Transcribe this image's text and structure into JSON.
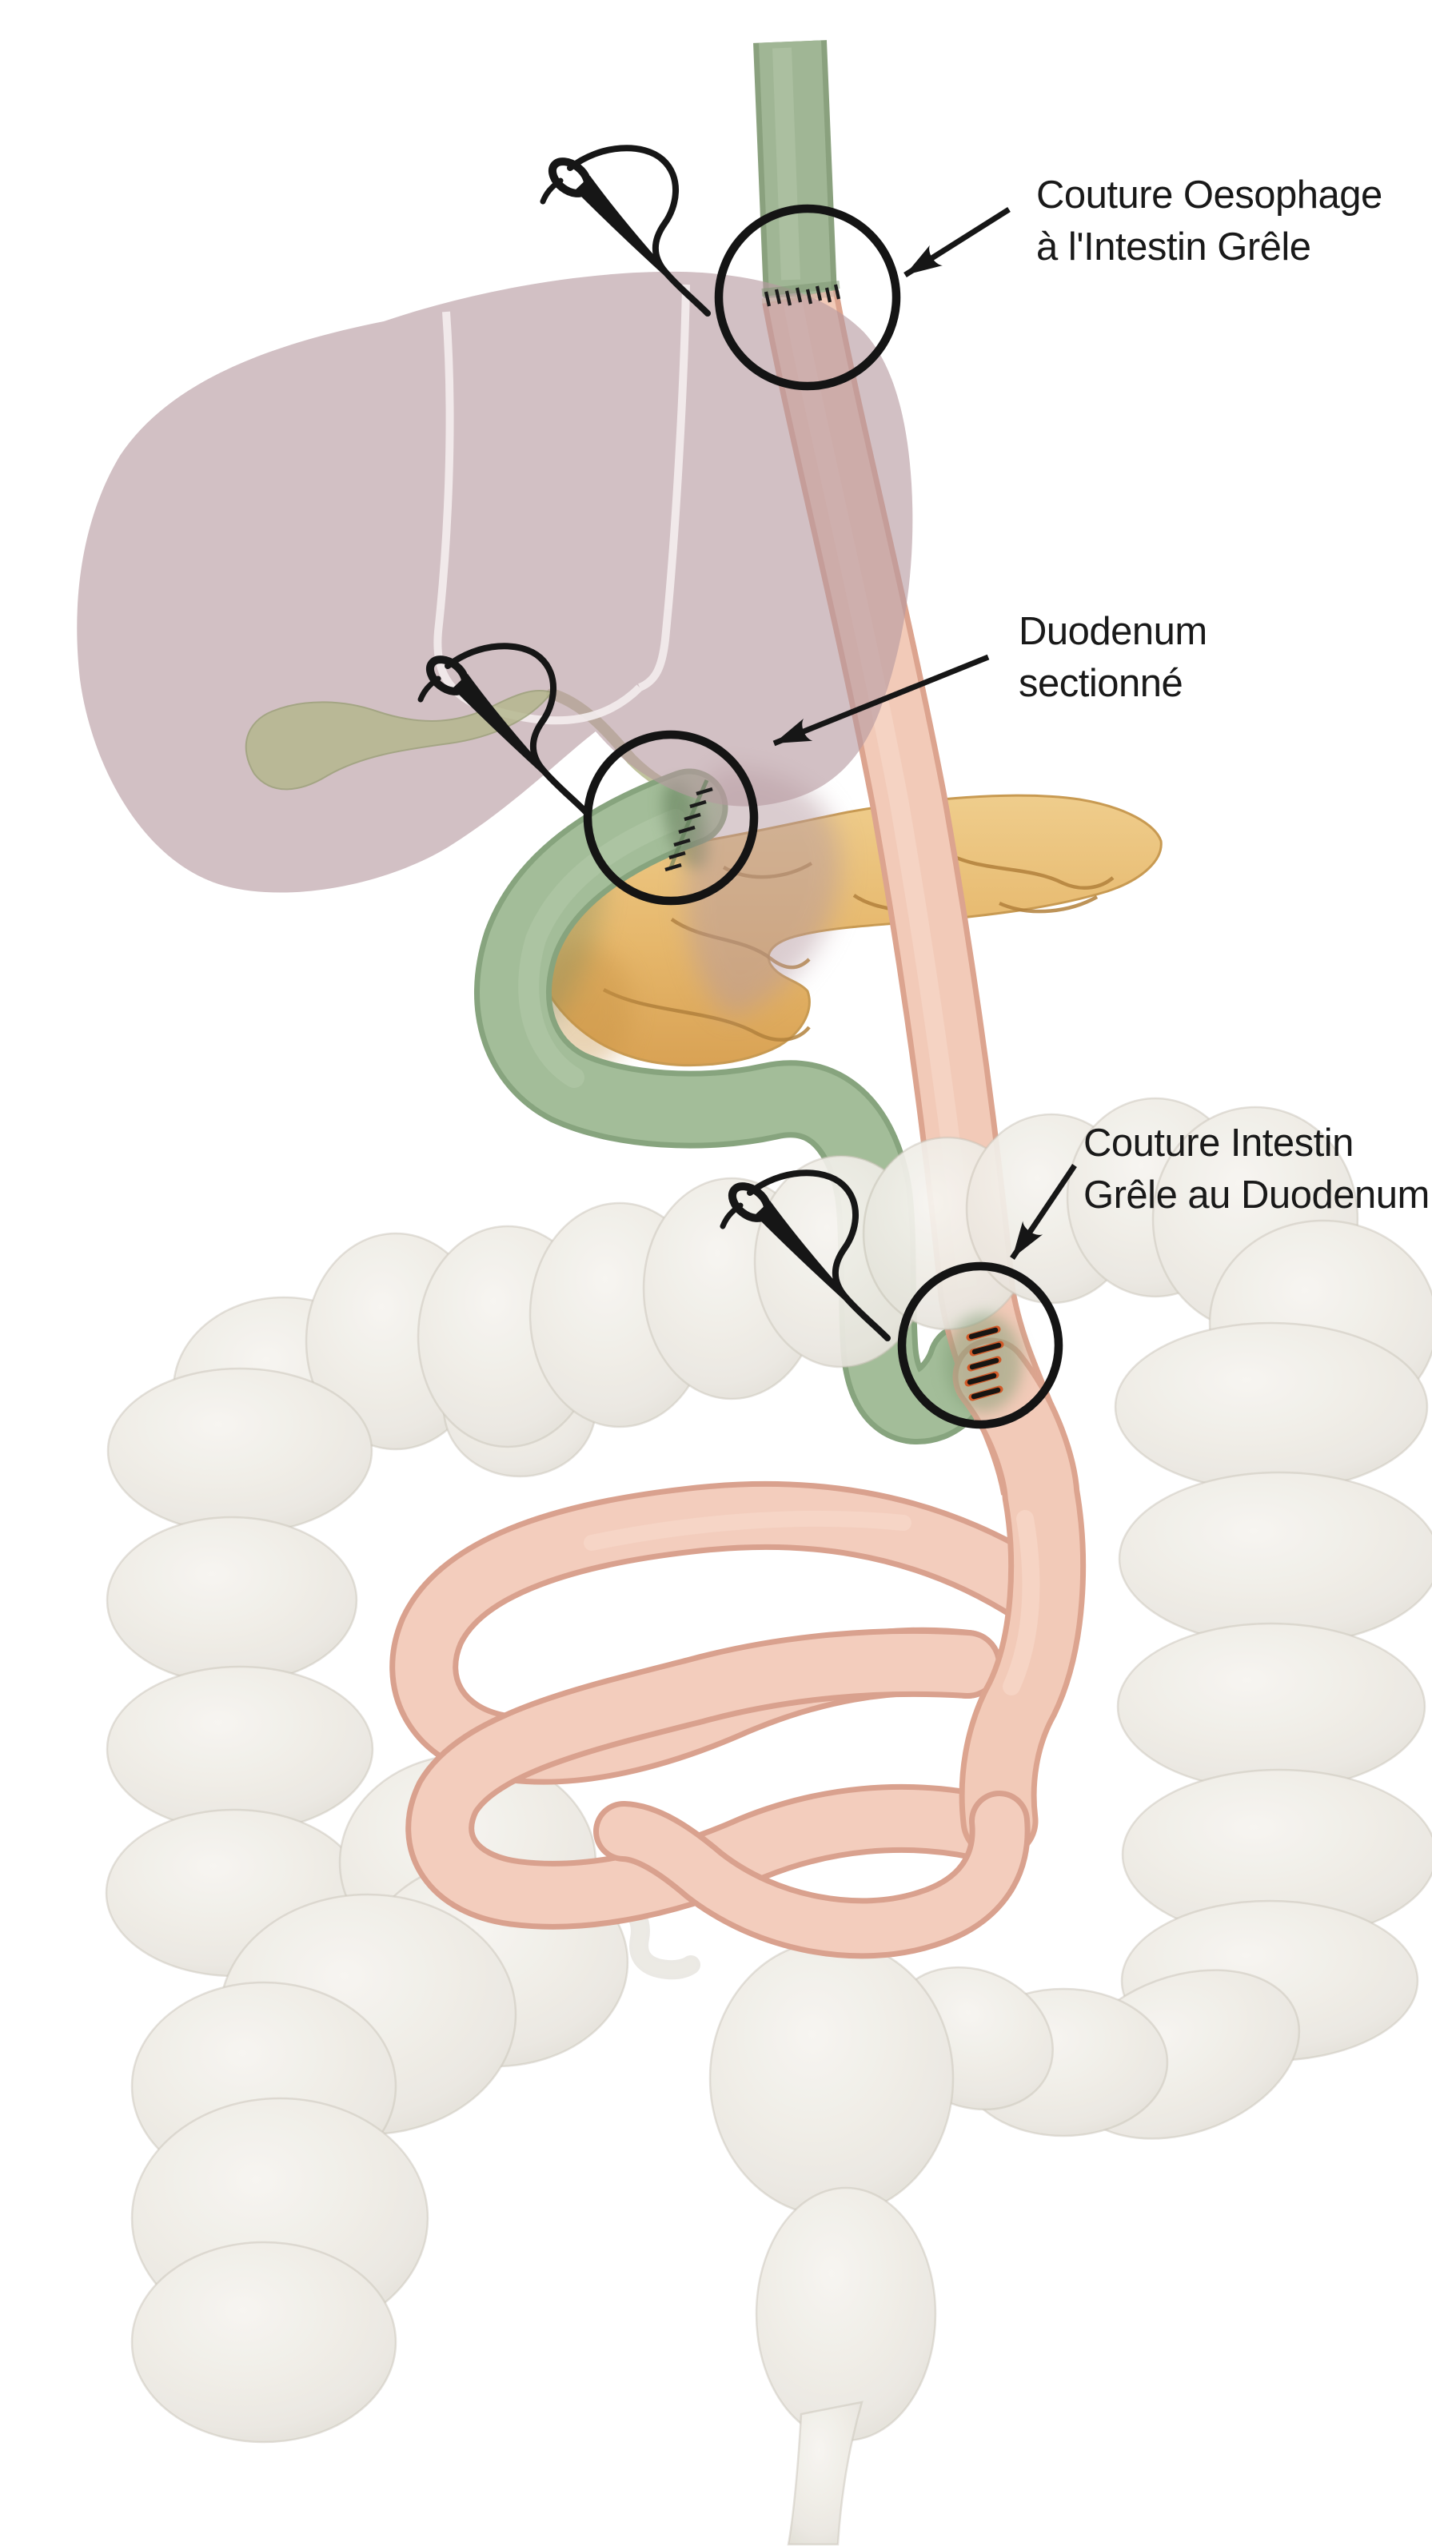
{
  "labels": {
    "esophagus_anastomosis": {
      "line1": "Couture Oesophage",
      "line2": "à l'Intestin Grêle"
    },
    "duodenum_sectioned": {
      "line1": "Duodenum",
      "line2": "sectionné"
    },
    "duodenum_anastomosis": {
      "line1": "Couture Intestin",
      "line2": "Grêle au Duodenum"
    }
  },
  "colors": {
    "background": "#ffffff",
    "annotation_black": "#161616",
    "liver_mauve": "#d2c0c4",
    "esophagus_green": "#a0b695",
    "duodenum_green": "#a3bd99",
    "small_intestine_pink": "#f2cab8",
    "pancreas_gold": "#e9bd75",
    "gallbladder_olive": "#b4b78d",
    "colon_grey": "#ebe8e2",
    "suture_highlight_orange": "#d4511e"
  }
}
